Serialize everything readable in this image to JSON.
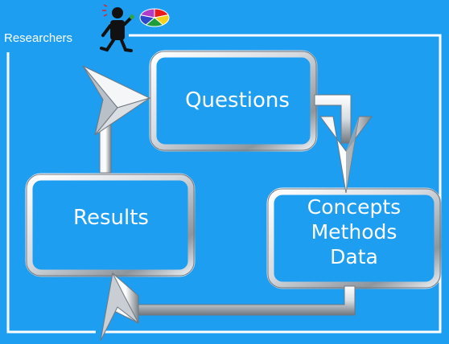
{
  "header": {
    "label": "Researchers",
    "figure_icon": "researcher-figure-icon",
    "pie_icon": "pie-chart-icon",
    "pie_colors": [
      "#e81c1c",
      "#f2d21a",
      "#1f9d3c",
      "#2e48c9",
      "#b03cc8"
    ]
  },
  "boxes": {
    "questions": {
      "label": "Questions"
    },
    "results": {
      "label": "Results"
    },
    "concepts": {
      "lines": [
        "Concepts",
        "Methods",
        "Data"
      ]
    }
  },
  "colors": {
    "background": "#1e9ef0",
    "text": "#ffffff",
    "frame": "#ffffff",
    "silver_light": "#ffffff",
    "silver_mid": "#d5dae0",
    "silver_dark": "#6f7780"
  }
}
